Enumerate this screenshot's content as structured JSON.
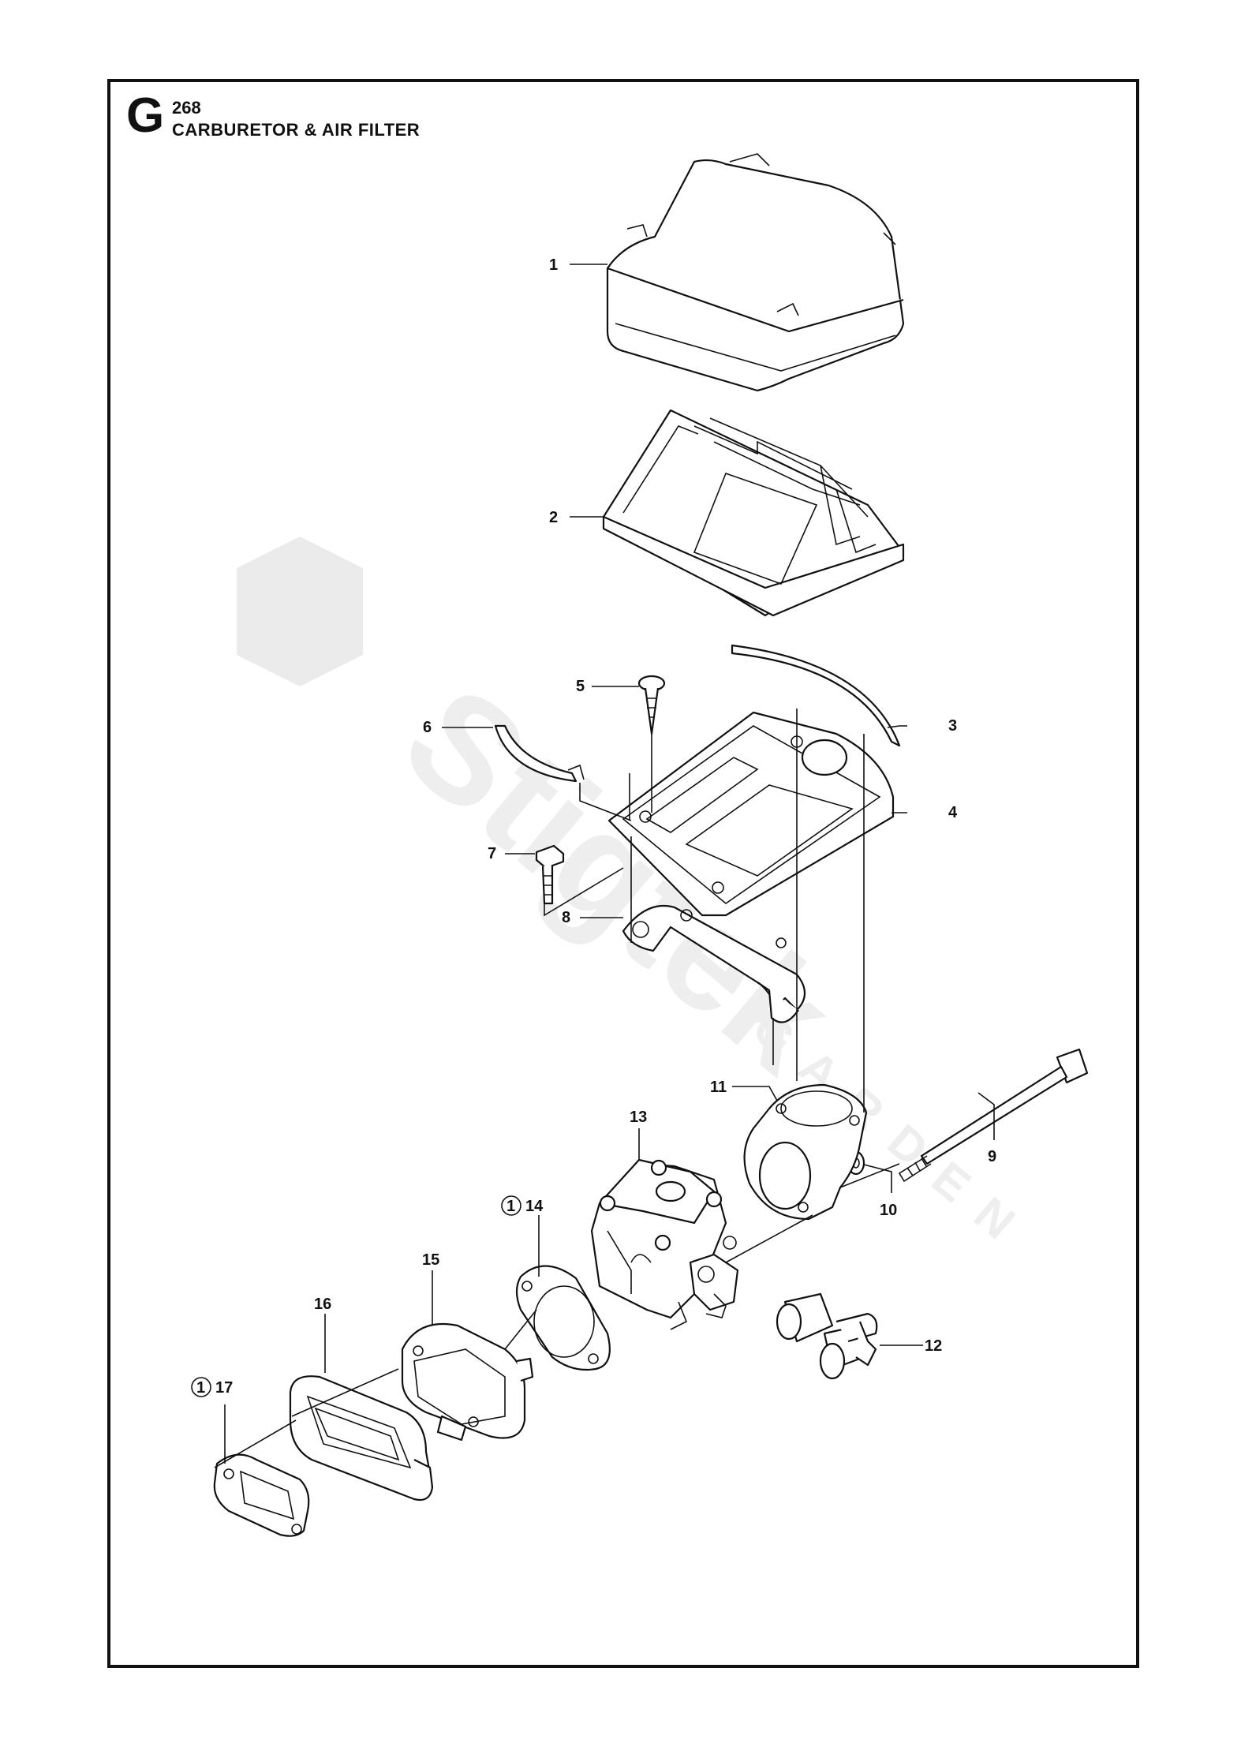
{
  "header": {
    "section_letter": "G",
    "model": "268",
    "title": "CARBURETOR & AIR FILTER"
  },
  "watermark": {
    "brand": "Stigtek",
    "tagline": "GARDEN"
  },
  "callouts": {
    "c1": "1",
    "c2": "2",
    "c3": "3",
    "c4": "4",
    "c5": "5",
    "c6": "6",
    "c7": "7",
    "c8": "8",
    "c9": "9",
    "c10": "10",
    "c11": "11",
    "c12": "12",
    "c13": "13",
    "c14": "14",
    "c15": "15",
    "c16": "16",
    "c17": "17"
  },
  "note_marker": "1",
  "colors": {
    "line": "#111111",
    "watermark": "#e9e9e9"
  }
}
